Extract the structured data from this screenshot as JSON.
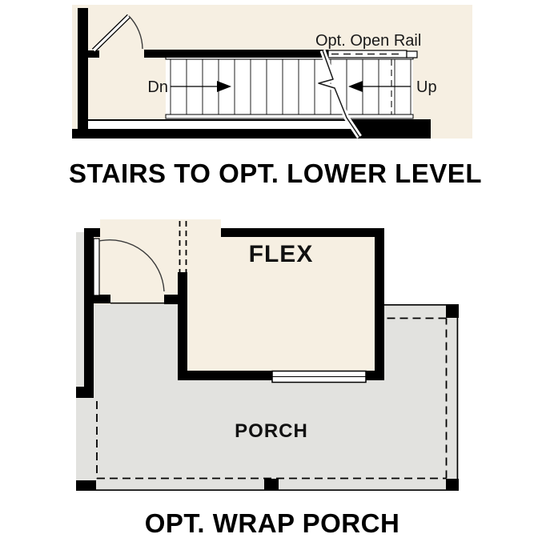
{
  "stairs_diagram": {
    "title": "STAIRS TO OPT. LOWER LEVEL",
    "open_rail_label": "Opt. Open Rail",
    "down_label": "Dn",
    "up_label": "Up"
  },
  "porch_diagram": {
    "title": "OPT. WRAP PORCH",
    "flex_room_label": "FLEX",
    "porch_label": "PORCH"
  },
  "colors": {
    "background": "#ffffff",
    "floor_cream": "#f6efe2",
    "porch_gray": "#e2e2df",
    "wall_black": "#000000",
    "line_dark": "#1a1a1a"
  }
}
